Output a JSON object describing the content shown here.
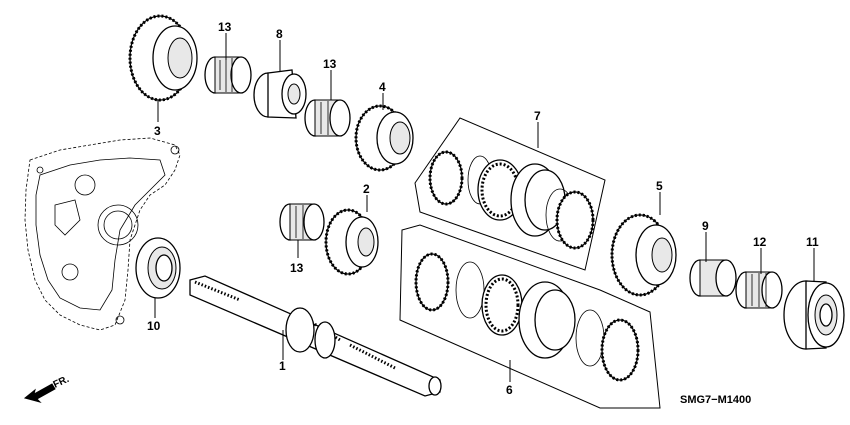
{
  "labels": {
    "l1": "1",
    "l2": "2",
    "l3": "3",
    "l4": "4",
    "l5": "5",
    "l6": "6",
    "l7": "7",
    "l8": "8",
    "l9": "9",
    "l10": "10",
    "l11": "11",
    "l12": "12",
    "l13a": "13",
    "l13b": "13",
    "l13c": "13"
  },
  "diagram_code": "SMG7−M1400",
  "direction_label": "FR."
}
